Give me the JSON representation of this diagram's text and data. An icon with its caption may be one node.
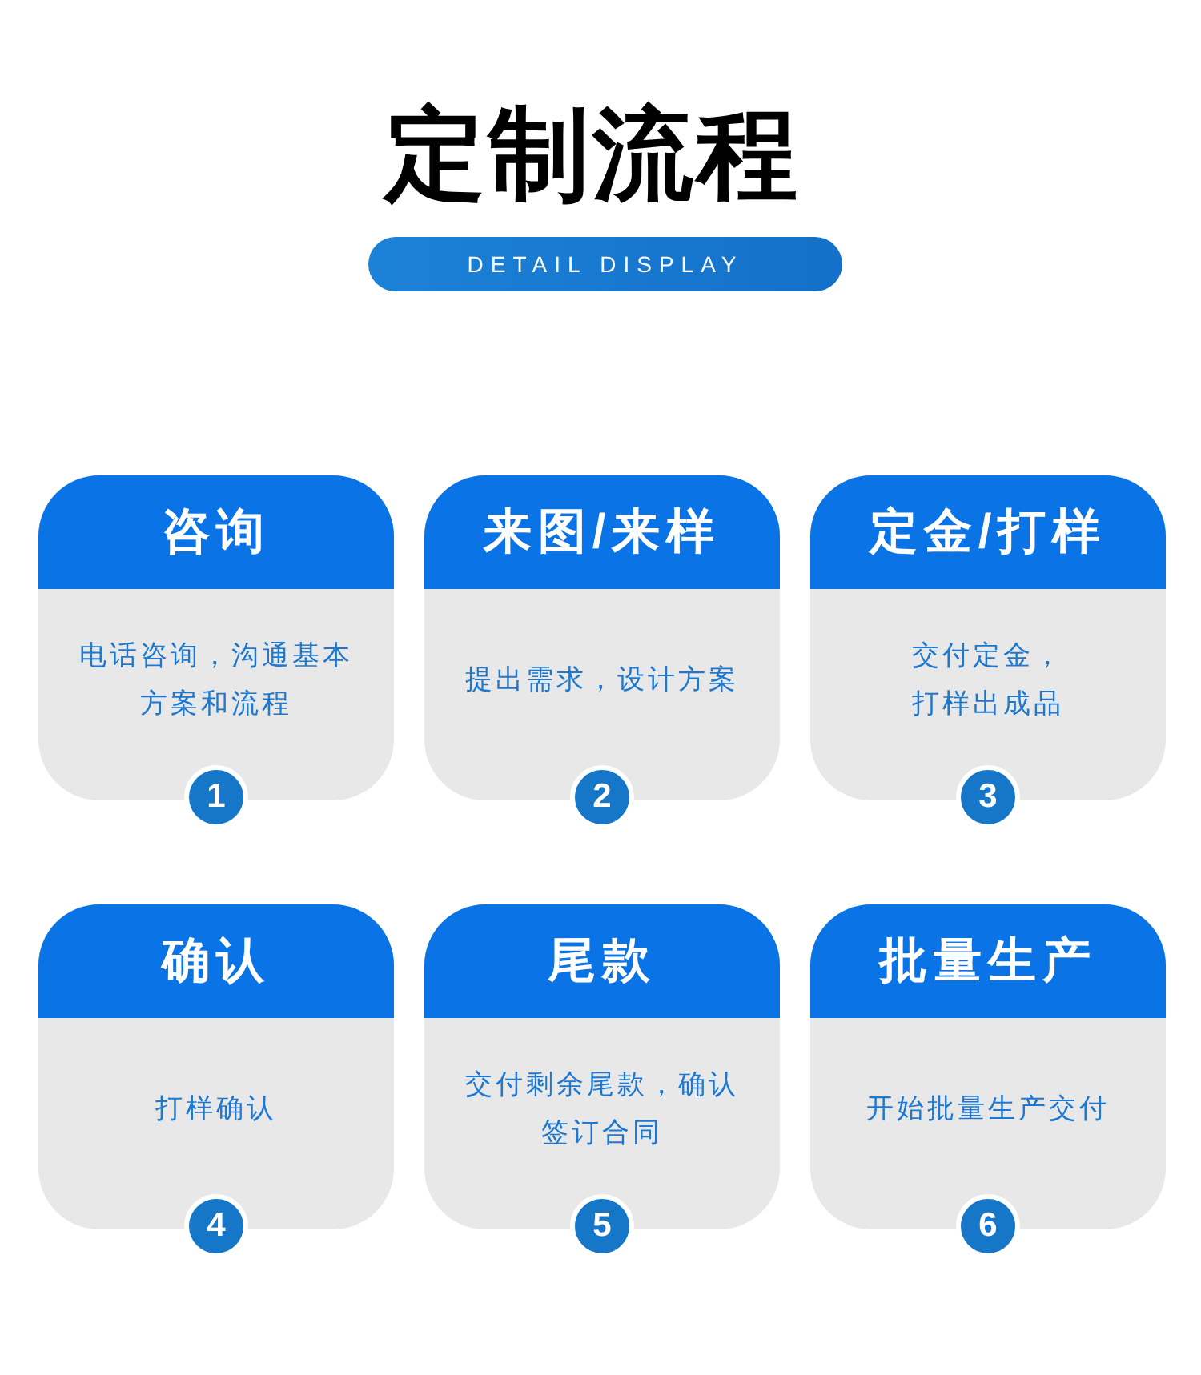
{
  "diagram": {
    "title": "定制流程",
    "nodes": [
      {
        "text": [
          "DETAIL DISPLAY"
        ]
      },
      {
        "text": [
          "咨询",
          "电话咨询，沟通基本方案和流程"
        ]
      },
      {
        "text": [
          "1"
        ]
      },
      {
        "text": [
          "来图/来样",
          "提出需求，设计方案"
        ]
      },
      {
        "text": [
          "2"
        ]
      },
      {
        "text": [
          "定金/打样",
          "交付定金，打样出成品"
        ]
      },
      {
        "text": [
          "3"
        ]
      },
      {
        "text": [
          "确认",
          "打样确认"
        ]
      },
      {
        "text": [
          "4"
        ]
      },
      {
        "text": [
          "尾款",
          "交付剩余尾款，确认签订合同"
        ]
      },
      {
        "text": [
          "5"
        ]
      },
      {
        "text": [
          "批量生产",
          "开始批量生产交付"
        ]
      },
      {
        "text": [
          "6"
        ]
      }
    ]
  }
}
